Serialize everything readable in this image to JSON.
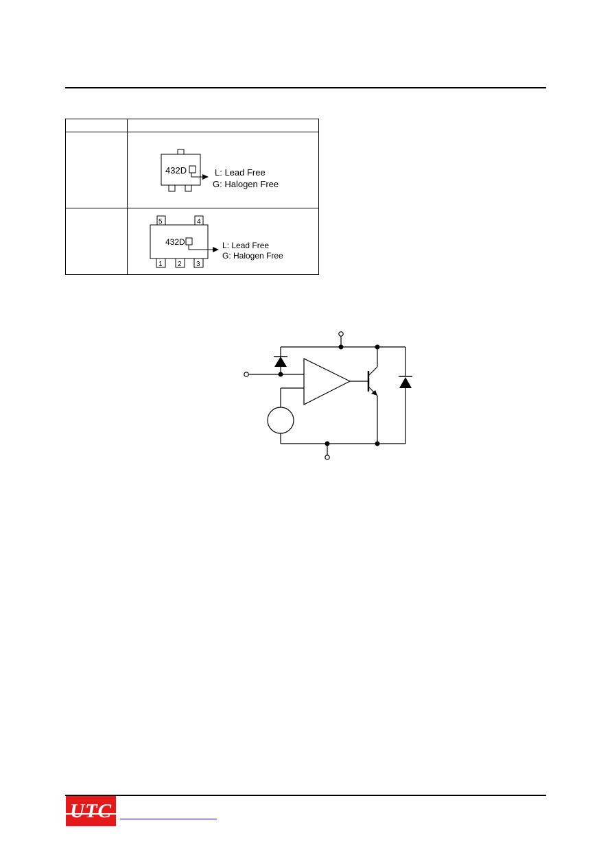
{
  "marking": {
    "rows": [
      {
        "code": "432D",
        "pins": [],
        "legend": [
          "L: Lead Free",
          "G: Halogen Free"
        ]
      },
      {
        "code": "432D",
        "pins": [
          "5",
          "4",
          "1",
          "2",
          "3"
        ],
        "legend": [
          "L: Lead Free",
          "G: Halogen Free"
        ]
      }
    ]
  },
  "footer": {
    "logo": "UTC"
  },
  "colors": {
    "logo_red": "#e41a1a",
    "link_blue": "#0000ee"
  }
}
